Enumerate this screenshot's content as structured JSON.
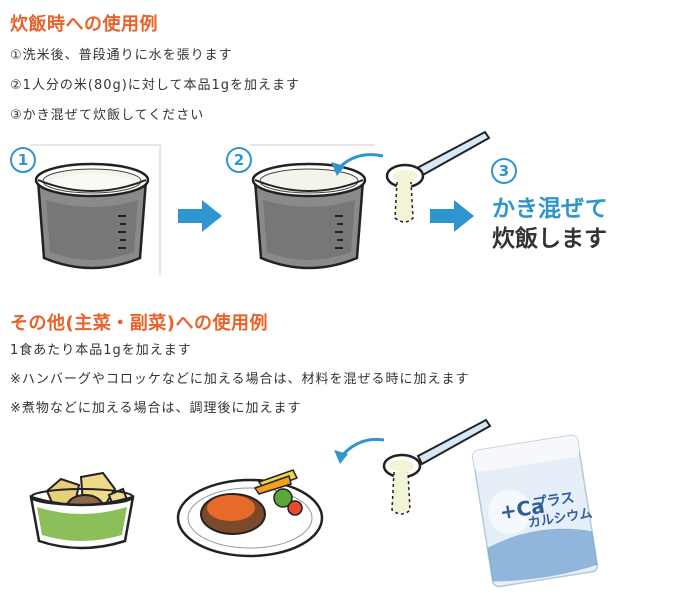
{
  "section1": {
    "title": "炊飯時への使用例",
    "steps": [
      "①洗米後、普段通りに水を張ります",
      "②1人分の米(80g)に対して本品1gを加えます",
      "③かき混ぜて炊飯してください"
    ],
    "badges": [
      "1",
      "2",
      "3"
    ],
    "step3_line1": "かき混ぜて",
    "step3_line2": "炊飯します"
  },
  "section2": {
    "title": "その他(主菜・副菜)への使用例",
    "lines": [
      "1食あたり本品1gを加えます",
      "※ハンバーグやコロッケなどに加える場合は、材料を混ぜる時に加えます",
      "※煮物などに加える場合は、調理後に加えます"
    ]
  },
  "package": {
    "brand_mark": "+Ca",
    "name_line1": "プラス",
    "name_line2": "カルシウム"
  },
  "colors": {
    "heading": "#e8622a",
    "accent_blue": "#2f95cf",
    "text": "#333333"
  }
}
